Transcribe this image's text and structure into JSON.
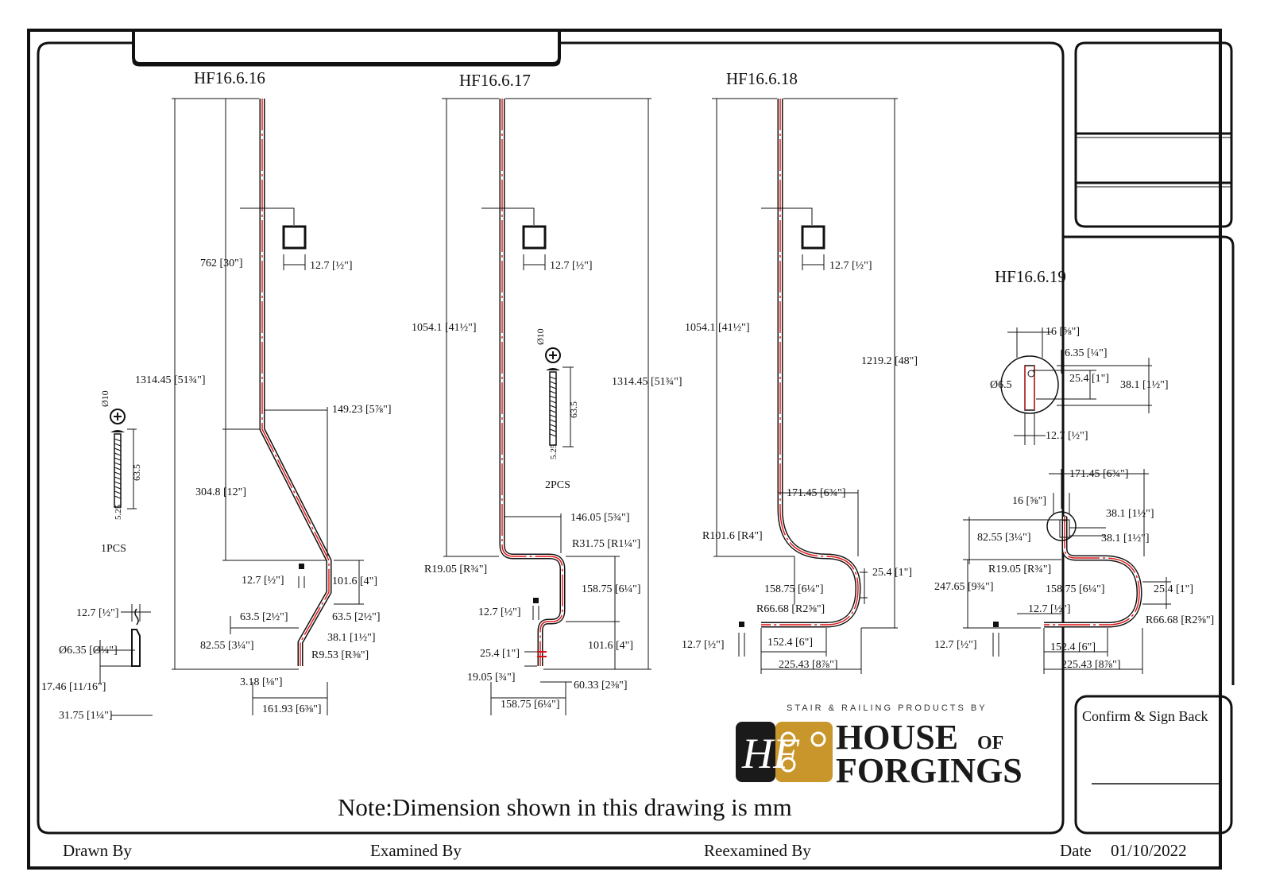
{
  "parts": [
    {
      "id": "HF16.6.16",
      "dims": [
        "762 [30\"]",
        "12.7 [½\"]",
        "1314.45 [51¾\"]",
        "149.23 [5⅞\"]",
        "304.8 [12\"]",
        "12.7 [½\"]",
        "101.6 [4\"]",
        "63.5 [2½\"]",
        "63.5 [2½\"]",
        "82.55 [3¼\"]",
        "38.1 [1½\"]",
        "R9.53 [R⅜\"]",
        "3.18 [⅛\"]",
        "161.93 [6⅜\"]"
      ]
    },
    {
      "id": "HF16.6.17",
      "dims": [
        "1054.1 [41½\"]",
        "12.7 [½\"]",
        "1314.45 [51¾\"]",
        "146.05 [5¾\"]",
        "R31.75 [R1¼\"]",
        "R19.05 [R¾\"]",
        "158.75 [6¼\"]",
        "12.7 [½\"]",
        "101.6 [4\"]",
        "25.4 [1\"]",
        "19.05 [¾\"]",
        "60.33 [2⅜\"]",
        "158.75 [6¼\"]"
      ],
      "qty": "2PCS"
    },
    {
      "id": "HF16.6.18",
      "dims": [
        "1054.1 [41½\"]",
        "12.7 [½\"]",
        "1219.2 [48\"]",
        "171.45 [6¾\"]",
        "R101.6 [R4\"]",
        "25.4 [1\"]",
        "158.75 [6¼\"]",
        "R66.68 [R2⅝\"]",
        "12.7 [½\"]",
        "152.4 [6\"]",
        "225.43 [8⅞\"]"
      ]
    },
    {
      "id": "HF16.6.19",
      "dims": [
        "16 [⅝\"]",
        "6.35 [¼\"]",
        "25.4 [1\"]",
        "38.1 [1½\"]",
        "Ø6.5",
        "12.7 [½\"]",
        "171.45 [6¾\"]",
        "16 [⅝\"]",
        "38.1 [1½\"]",
        "82.55 [3¼\"]",
        "38.1 [1½\"]",
        "R19.05 [R¾\"]",
        "247.65 [9¾\"]",
        "158.75 [6¼\"]",
        "25.4 [1\"]",
        "12.7 [½\"]",
        "R66.68 [R2⅝\"]",
        "12.7 [½\"]",
        "152.4 [6\"]",
        "225.43 [8⅞\"]"
      ]
    }
  ],
  "screw": {
    "diam": "Ø10",
    "length": "63.5",
    "head": "5.25",
    "qty": "1PCS"
  },
  "collar": {
    "dims": [
      "12.7 [½\"]",
      "Ø6.35 [Ø¼\"]",
      "17.46 [11/16\"]",
      "31.75 [1¼\"]"
    ]
  },
  "brand": {
    "tagline": "STAIR & RAILING PRODUCTS BY",
    "line1": "HOUSE",
    "of": "OF",
    "line2": "FORGINGS",
    "mono": "HF"
  },
  "note": "Note:Dimension shown in this drawing is mm",
  "confirm": "Confirm & Sign Back",
  "footer": {
    "drawn_by": "Drawn By",
    "examined_by": "Examined By",
    "reexamined_by": "Reexamined By",
    "date_label": "Date",
    "date_value": "01/10/2022"
  },
  "colors": {
    "line": "#111111",
    "center": "#e01010",
    "logo_gold": "#c9962b",
    "logo_dark": "#1a1a1a"
  }
}
